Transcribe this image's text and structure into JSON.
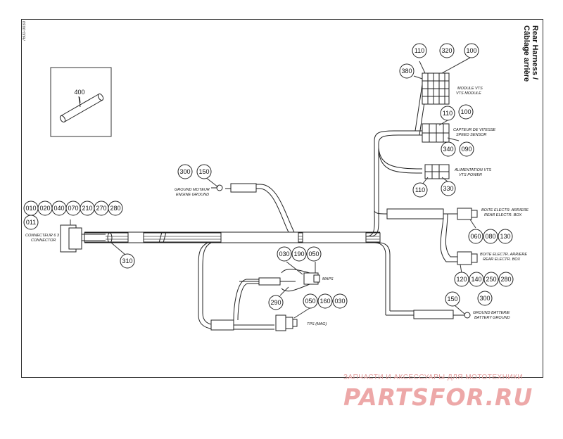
{
  "title": {
    "line1": "Rear Harness /",
    "line2": "Câblage arrière"
  },
  "doc_id": "7600-0030",
  "callouts": {
    "c400": "400",
    "c010": "010",
    "c020": "020",
    "c040": "040",
    "c070": "070",
    "c210": "210",
    "c270": "270",
    "c280": "280",
    "c011": "011",
    "c310": "310",
    "c300a": "300",
    "c150a": "150",
    "c030a": "030",
    "c190": "190",
    "c050a": "050",
    "c290": "290",
    "c050b": "050",
    "c160": "160",
    "c030b": "030",
    "c110a": "110",
    "c320": "320",
    "c100a": "100",
    "c380": "380",
    "c110b": "110",
    "c100b": "100",
    "c340": "340",
    "c090": "090",
    "c110c": "110",
    "c330": "330",
    "c060": "060",
    "c080": "080",
    "c130": "130",
    "c120": "120",
    "c140": "140",
    "c250": "250",
    "c280b": "280",
    "c150b": "150",
    "c300b": "300"
  },
  "labels": {
    "connector_fr": "CONNECTEUR 6 3",
    "connector_en": "CONNECTOR",
    "ground_motor_fr": "GROUND MOTEUR",
    "ground_motor_en": "ENGINE GROUND",
    "maps": "MAPS",
    "tps": "TPS (MAG)",
    "module_fr": "MODULE VTS",
    "module_en": "VTS MODULE",
    "speed_fr": "CAPTEUR DE VITESSE",
    "speed_en": "SPEED SENSOR",
    "power_fr": "ALIMENTATION VTS",
    "power_en": "VTS POWER",
    "rear_box1_fr": "BOITE ELECTR. ARRIERE",
    "rear_box1_en": "REAR ELECTR. BOX",
    "rear_box2_fr": "BOITE ELECTR. ARRIERE",
    "rear_box2_en": "REAR ELECTR. BOX",
    "battery_fr": "GROUND BATTERIE",
    "battery_en": "BATTERY GROUND"
  },
  "watermark": {
    "line1": "ЗАПЧАСТИ И АКСЕССУАРЫ ДЛЯ МОТОТЕХНИКИ",
    "logo": "PARTSFOR.RU"
  }
}
